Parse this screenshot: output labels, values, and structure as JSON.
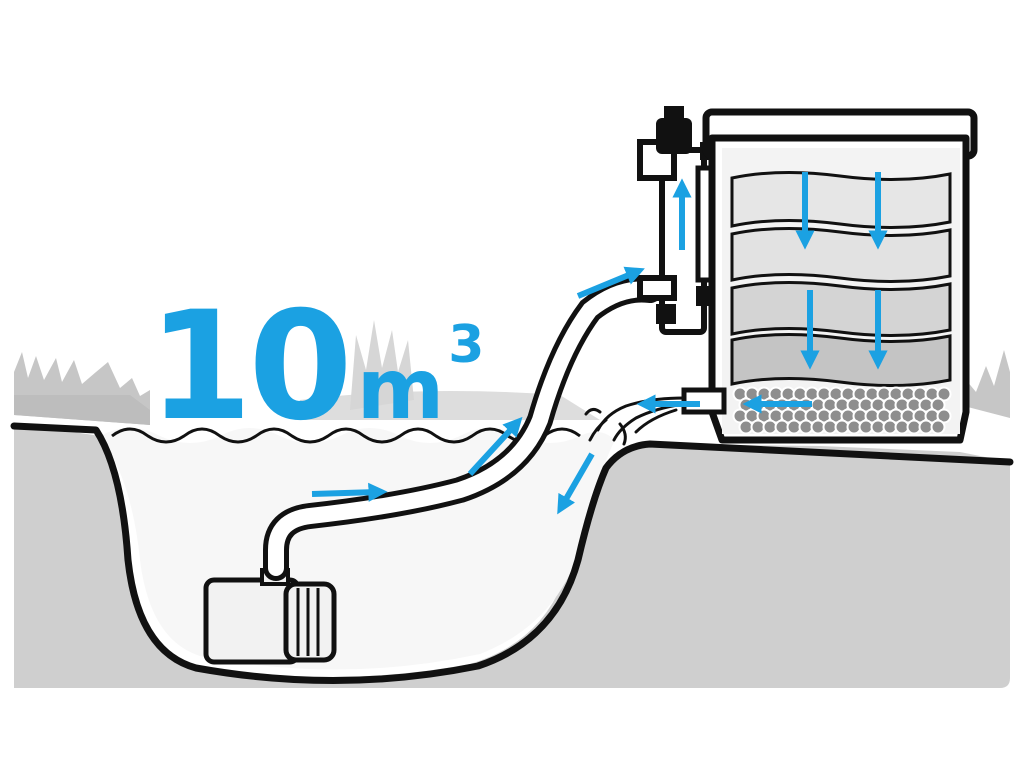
{
  "volume": {
    "number": "10",
    "unit": "m",
    "exponent": "3"
  },
  "colors": {
    "flow_arrow": "#1ba1e2",
    "water": "#f7f7f7",
    "ground": "#cfcfcf",
    "grass": "#c6c6c6",
    "outline": "#111111",
    "filter_media_light": "#e2e2e2",
    "filter_media_dark": "#c4c4c4",
    "gravel": "#8e8e8e"
  },
  "icons": {
    "pump": "submersible-pump-icon",
    "filter": "pond-filter-icon",
    "uv_clarifier": "uv-clarifier-icon"
  }
}
